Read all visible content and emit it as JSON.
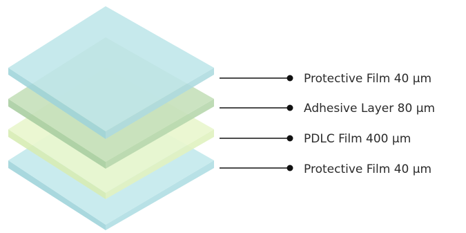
{
  "layers": [
    {
      "label": "Protective Film 40 µm",
      "color": "#bfe6ea"
    },
    {
      "label": "Adhesive Layer 80 µm",
      "color": "#c8e2bf"
    },
    {
      "label": "PDLC Film 400 µm",
      "color": "#e6f6c8"
    },
    {
      "label": "Protective Film 40 µm",
      "color": "#bfe6ea"
    }
  ]
}
